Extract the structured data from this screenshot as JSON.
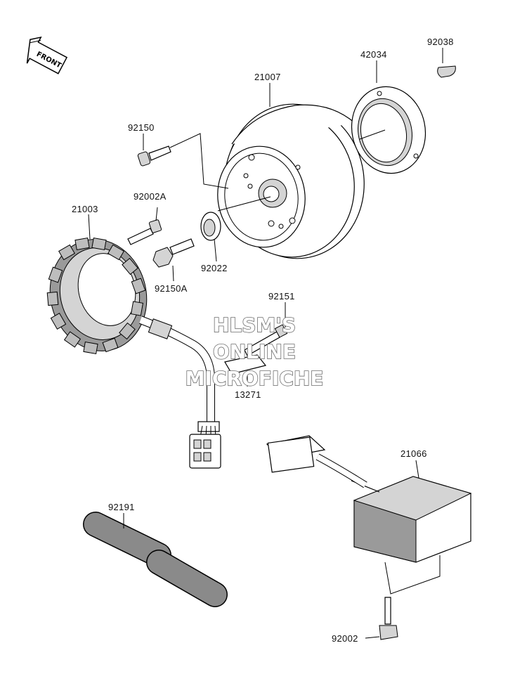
{
  "front_marker": {
    "text": "FRONT"
  },
  "labels": {
    "p42034": "42034",
    "p92038": "92038",
    "p21007": "21007",
    "p92150": "92150",
    "p92002A": "92002A",
    "p21003": "21003",
    "p92022": "92022",
    "p92150A": "92150A",
    "p92151": "92151",
    "p13271": "13271",
    "p21066": "21066",
    "p92191": "92191",
    "p92002": "92002"
  },
  "watermark": {
    "line1": "HLSM'S",
    "line2": "ONLINE",
    "line3": "MICROFICHE"
  }
}
